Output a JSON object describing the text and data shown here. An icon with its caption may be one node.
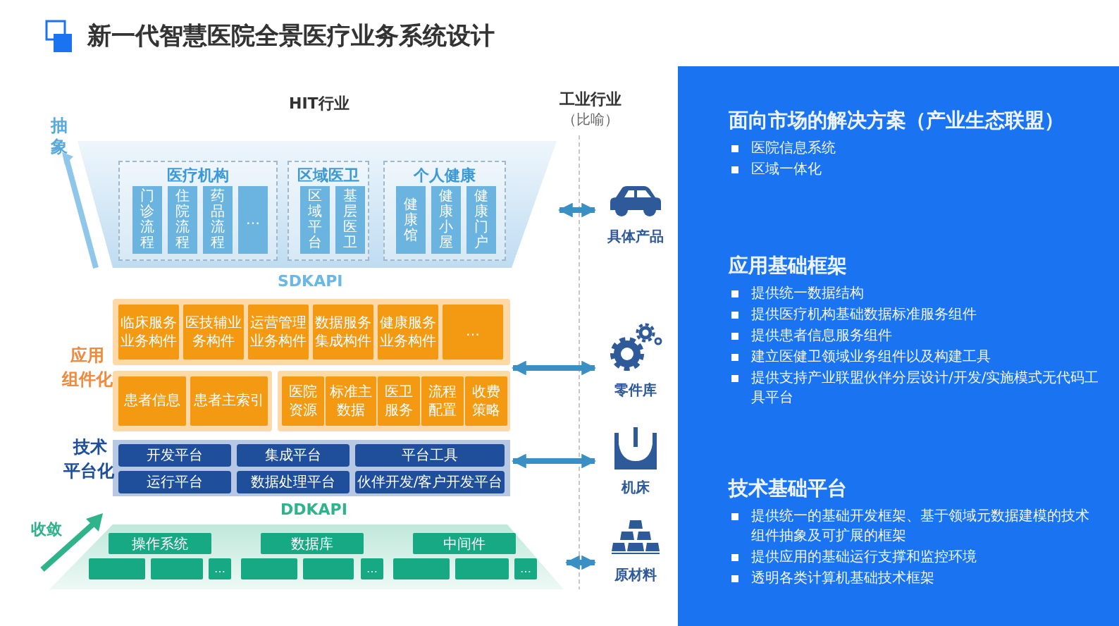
{
  "diagram": {
    "title": "新一代智慧医院全景医疗业务系统设计",
    "nodes": [
      {
        "text": [],
        "shape": "band"
      },
      {
        "text": [
          "医疗机构"
        ],
        "in": 0
      },
      {
        "text": [
          "门诊流程"
        ],
        "in": 1
      },
      {
        "text": [
          "住院流程"
        ],
        "in": 1
      },
      {
        "text": [
          "药品流程"
        ],
        "in": 1
      },
      {
        "text": [
          "…"
        ],
        "in": 1
      },
      {
        "text": [
          "区域医卫"
        ],
        "in": 0
      },
      {
        "text": [
          "区域平台"
        ],
        "in": 6
      },
      {
        "text": [
          "基层医卫"
        ],
        "in": 6
      },
      {
        "text": [
          "个人健康"
        ],
        "in": 0
      },
      {
        "text": [
          "健康馆"
        ],
        "in": 9
      },
      {
        "text": [
          "健康小屋"
        ],
        "in": 9
      },
      {
        "text": [
          "健康门户"
        ],
        "in": 9
      },
      {
        "text": [],
        "shape": "box"
      },
      {
        "text": [
          "临床服务业务构件"
        ],
        "in": 13
      },
      {
        "text": [
          "医技辅业务构件"
        ],
        "in": 13
      },
      {
        "text": [
          "运营管理业务构件"
        ],
        "in": 13
      },
      {
        "text": [
          "数据服务集成构件"
        ],
        "in": 13
      },
      {
        "text": [
          "健康服务业务构件"
        ],
        "in": 13
      },
      {
        "text": [
          "…"
        ],
        "in": 13
      },
      {
        "text": [],
        "shape": "box"
      },
      {
        "text": [
          "患者信息"
        ],
        "in": 20
      },
      {
        "text": [
          "患者主索引"
        ],
        "in": 20
      },
      {
        "text": [],
        "shape": "box"
      },
      {
        "text": [
          "医院资源"
        ],
        "in": 23
      },
      {
        "text": [
          "标准主数据"
        ],
        "in": 23
      },
      {
        "text": [
          "医卫服务"
        ],
        "in": 23
      },
      {
        "text": [
          "流程配置"
        ],
        "in": 23
      },
      {
        "text": [
          "收费策略"
        ],
        "in": 23
      },
      {
        "text": [],
        "shape": "box"
      },
      {
        "text": [
          "开发平台"
        ],
        "in": 29
      },
      {
        "text": [
          "集成平台"
        ],
        "in": 29
      },
      {
        "text": [
          "平台工具"
        ],
        "in": 29
      },
      {
        "text": [
          "运行平台"
        ],
        "in": 29
      },
      {
        "text": [
          "数据处理平台"
        ],
        "in": 29
      },
      {
        "text": [
          "伙伴开发/客户开发平台"
        ],
        "in": 29
      },
      {
        "text": [],
        "shape": "band"
      },
      {
        "text": [
          "操作系统"
        ],
        "in": 36
      },
      {
        "text": [
          "数据库"
        ],
        "in": 36
      },
      {
        "text": [
          "中间件"
        ],
        "in": 36
      },
      {
        "text": [],
        "shape": "box",
        "in": 36
      },
      {
        "text": [],
        "shape": "box",
        "in": 36
      },
      {
        "text": [
          "…"
        ],
        "in": 36
      },
      {
        "text": [],
        "shape": "box",
        "in": 36
      },
      {
        "text": [],
        "shape": "box",
        "in": 36
      },
      {
        "text": [
          "…"
        ],
        "in": 36
      },
      {
        "text": [],
        "shape": "box",
        "in": 36
      },
      {
        "text": [],
        "shape": "box",
        "in": 36
      },
      {
        "text": [
          "…"
        ],
        "in": 36
      },
      {
        "text": [
          "具体产品"
        ]
      },
      {
        "text": [
          "零件库"
        ]
      },
      {
        "text": [
          "机床"
        ]
      },
      {
        "text": [
          "原材料"
        ]
      },
      {
        "text": [
          "面向市场的解决方案（产业生态联盟）",
          "医院信息系统",
          "区域一体化",
          "应用基础框架",
          "提供统一数据结构",
          "提供医疗机构基础数据标准服务组件",
          "提供患者信息服务组件",
          "建立医健卫领域业务组件以及构建工具",
          "提供支持产业联盟伙伴分层设计/开发/实施模式无代码工具平台",
          "技术基础平台",
          "提供统一的基础开发框架、基于领域元数据建模的技术组件抽象及可扩展的框架",
          "提供应用的基础运行支撑和监控环境",
          "透明各类计算机基础技术框架"
        ]
      }
    ],
    "edges": [
      {
        "from": 0,
        "to": 49,
        "arrow": "both"
      },
      {
        "from": 13,
        "to": 50,
        "arrow": "both"
      },
      {
        "from": 29,
        "to": 51,
        "arrow": "both"
      },
      {
        "from": 36,
        "to": 52,
        "arrow": "both"
      }
    ],
    "labels": [
      "HIT行业",
      "工业行业",
      "（比喻）",
      "抽象",
      "SDKAPI",
      "应用",
      "组件化",
      "技术",
      "平台化",
      "DDKAPI",
      "收敛"
    ]
  }
}
